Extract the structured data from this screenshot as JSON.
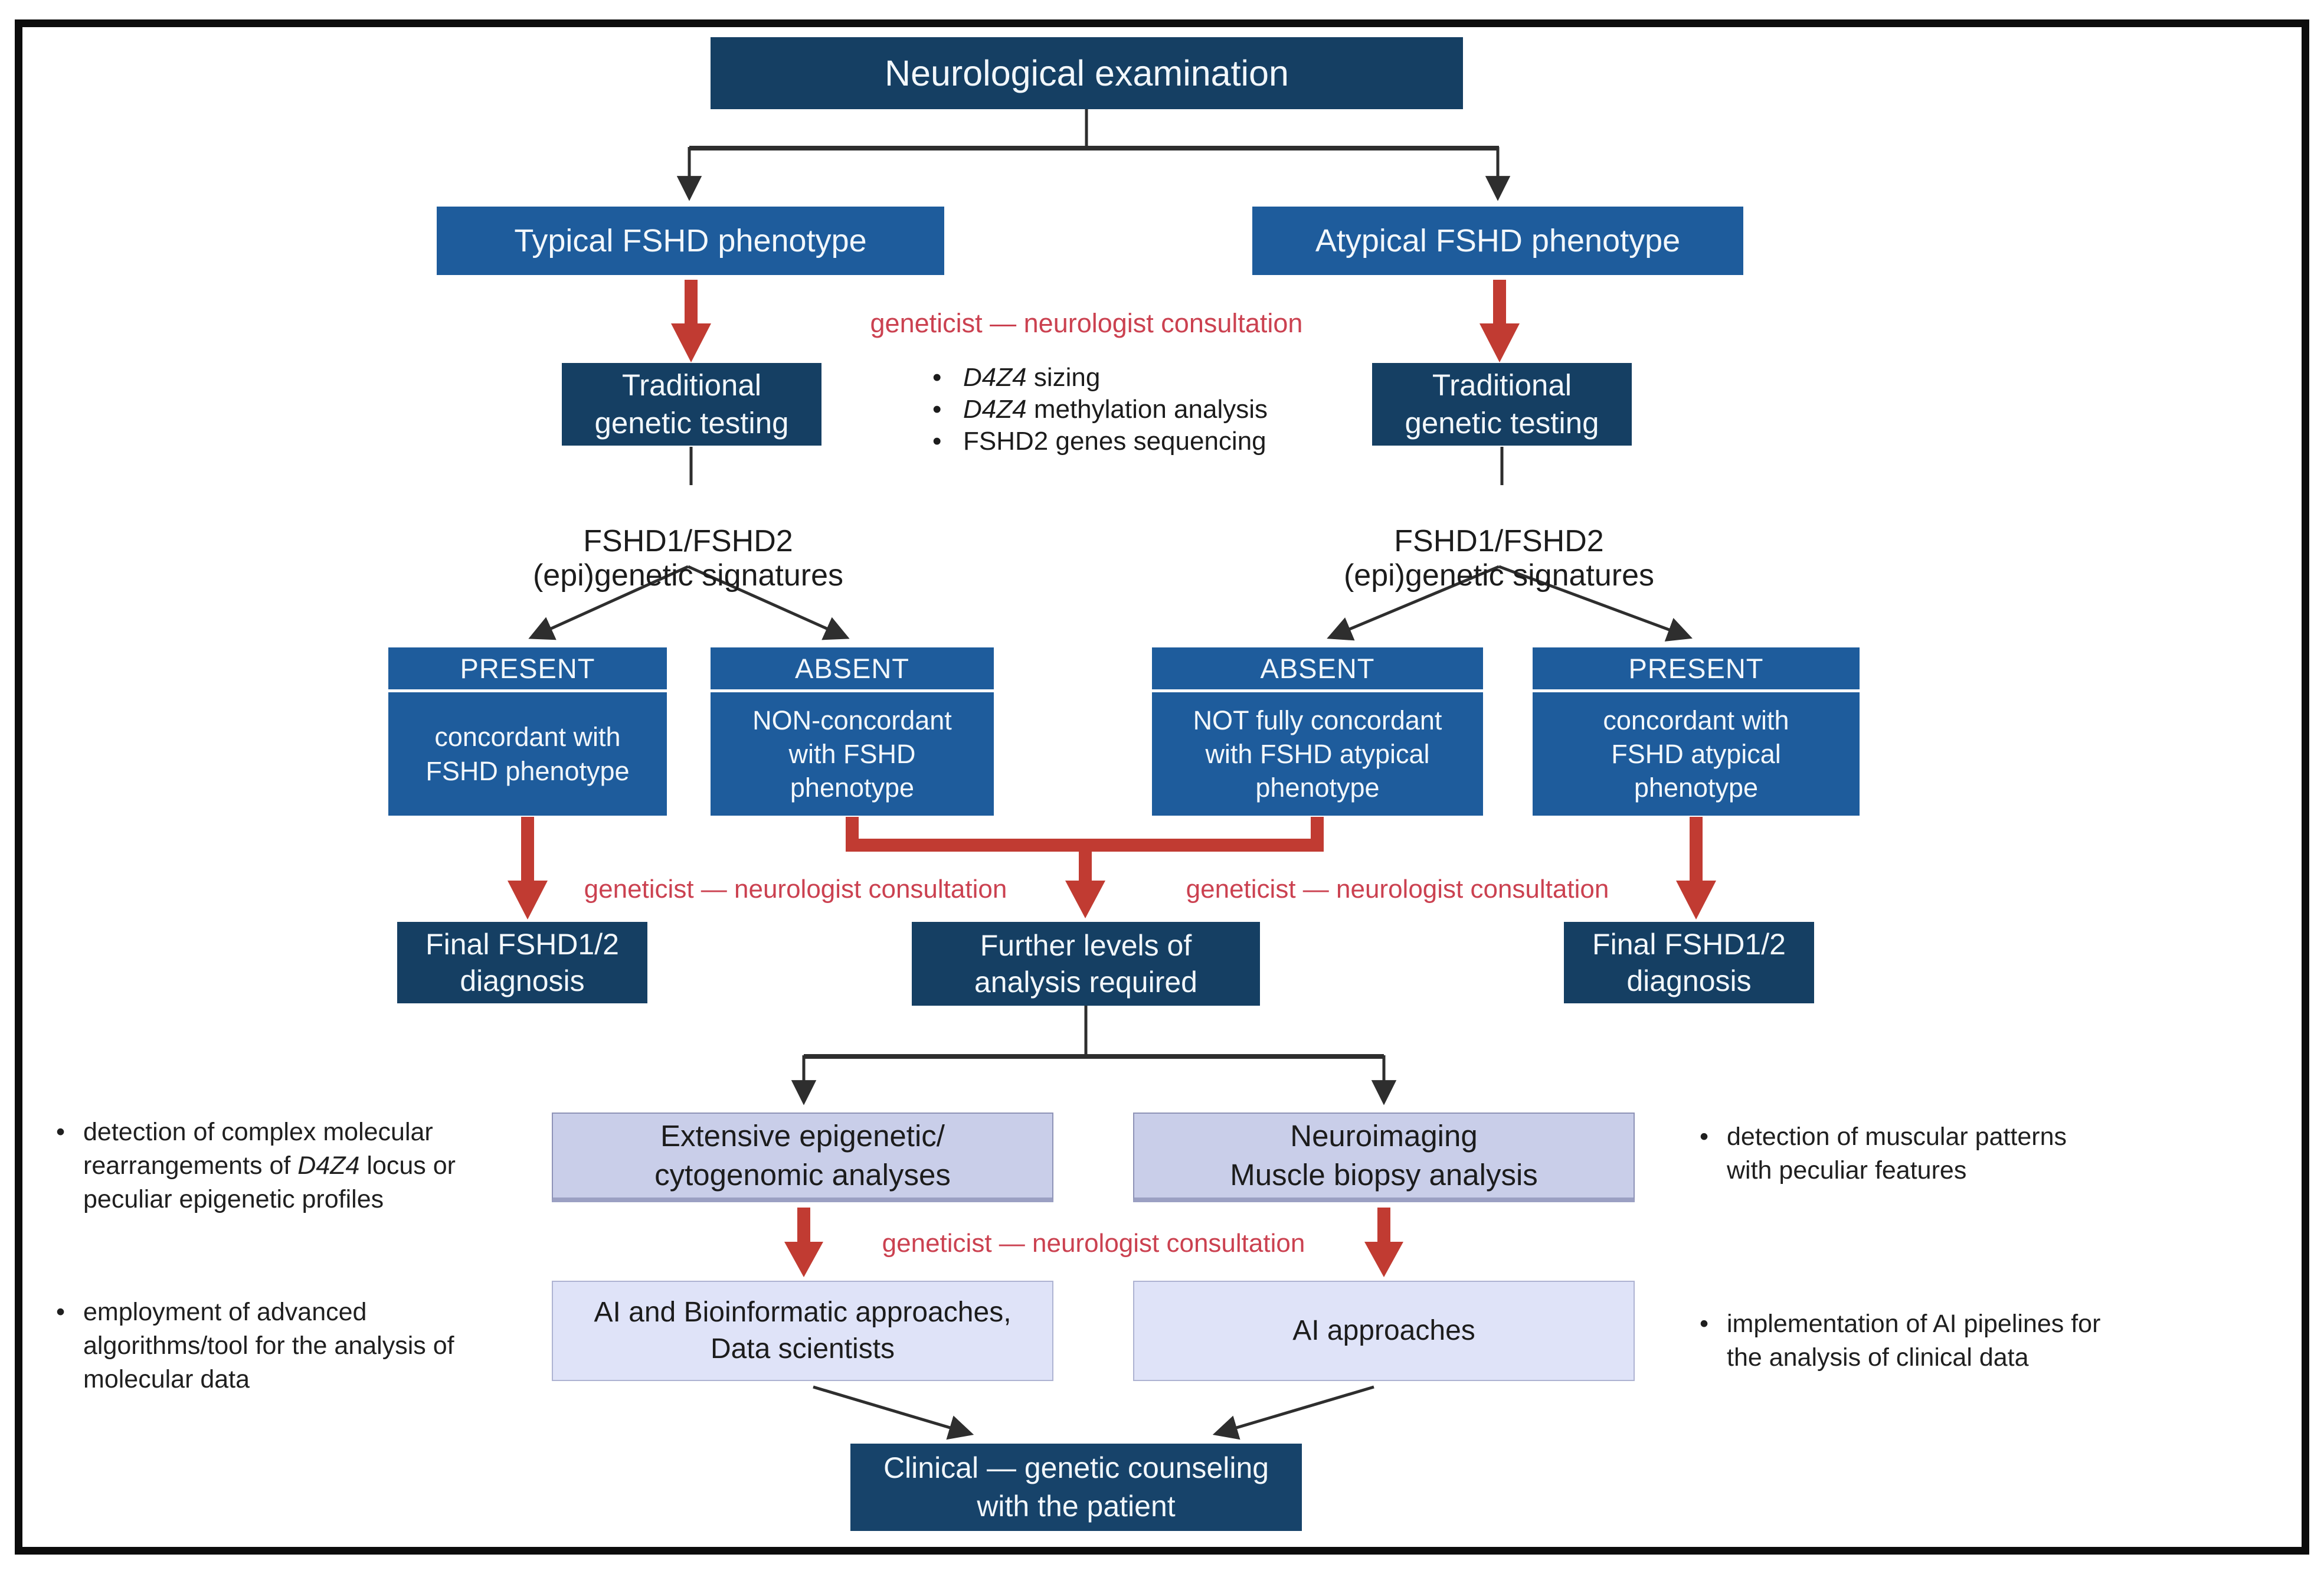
{
  "figure": {
    "type": "clinical diagnostic flowchart",
    "colors": {
      "navy_box": "#153f63",
      "blue_box": "#1e5c9c",
      "light_panel": "#c9cee9",
      "lighter_panel": "#dfe3f8",
      "red_arrow": "#c13b32",
      "red_text": "#cb4150",
      "black_line": "#2e2e2e"
    }
  },
  "title": "Neurological examination",
  "consultation": "geneticist — neurologist consultation",
  "branch_typical": {
    "phenotype": "Typical FSHD phenotype",
    "testing": "Traditional\ngenetic testing",
    "signature": "FSHD1/FSHD2\n(epi)genetic signatures"
  },
  "branch_atypical": {
    "phenotype": "Atypical FSHD phenotype",
    "testing": "Traditional\ngenetic testing",
    "signature": "FSHD1/FSHD2\n(epi)genetic signatures"
  },
  "testing_bullets": [
    {
      "em": "D4Z4",
      "text": " sizing"
    },
    {
      "em": "D4Z4",
      "text": " methylation analysis"
    },
    {
      "em": "",
      "text": "FSHD2 genes sequencing"
    }
  ],
  "decisions": {
    "typical_present": {
      "status": "PRESENT",
      "body": "concordant with\nFSHD phenotype"
    },
    "typical_absent": {
      "status": "ABSENT",
      "body": "NON-concordant\nwith FSHD\nphenotype"
    },
    "atypical_absent": {
      "status": "ABSENT",
      "body": "NOT fully concordant\nwith FSHD atypical\nphenotype"
    },
    "atypical_present": {
      "status": "PRESENT",
      "body": "concordant with\nFSHD atypical\nphenotype"
    }
  },
  "outcomes": {
    "final_diagnosis": "Final FSHD1/2\ndiagnosis",
    "further_analysis": "Further levels of\nanalysis required"
  },
  "advanced": {
    "extensive": "Extensive epigenetic/\ncytogenomic analyses",
    "neuroimaging": "Neuroimaging\nMuscle biopsy analysis",
    "ai_bioinformatic": "AI and Bioinformatic approaches,\nData scientists",
    "ai": "AI approaches"
  },
  "counseling": "Clinical — genetic counseling\nwith the patient",
  "side_notes": {
    "left": [
      {
        "pre": "detection of complex molecular rearrangements of ",
        "em": "D4Z4",
        "post": " locus or peculiar epigenetic profiles"
      },
      {
        "pre": "employment of advanced algorithms/tool for the analysis of molecular data",
        "em": "",
        "post": ""
      }
    ],
    "right": [
      {
        "pre": "detection of muscular patterns with peculiar features",
        "em": "",
        "post": ""
      },
      {
        "pre": "implementation of AI pipelines for the analysis of clinical data",
        "em": "",
        "post": ""
      }
    ]
  }
}
